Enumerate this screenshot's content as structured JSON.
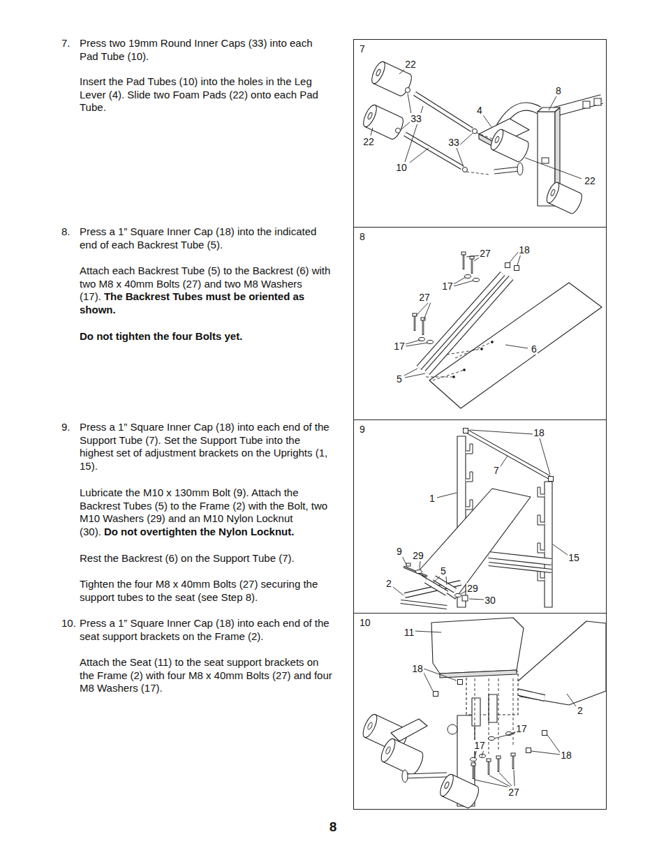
{
  "diagram": {
    "nodes": [
      {
        "text": [
          "7"
        ]
      },
      {
        "text": [
          "8"
        ]
      },
      {
        "text": [
          "9"
        ]
      },
      {
        "text": [
          "10"
        ]
      }
    ],
    "labels": [
      "7.",
      "Press two 19mm Round Inner Caps (33) into each Pad Tube (10).",
      "Insert the Pad Tubes (10) into the holes in the Leg Lever (4). Slide two Foam Pads (22) onto each Pad Tube.",
      "22",
      "8",
      "4",
      "33",
      "22",
      "33",
      "10",
      "22",
      "8.",
      "Press a 1” Square Inner Cap (18) into the indicated end of each Backrest Tube (5).",
      "Attach each Backrest Tube (5) to the Backrest (6) with two M8 x 40mm Bolts (27) and two M8 Washers (17).",
      "The Backrest Tubes must be oriented as shown.",
      "Do not tighten the four Bolts yet.",
      "27",
      "18",
      "17",
      "27",
      "17",
      "6",
      "5",
      "9.",
      "Press a 1” Square Inner Cap (18) into each end of the Support Tube (7). Set the Support Tube into the highest set of adjustment brackets on the Uprights (1, 15).",
      "Lubricate the M10 x 130mm Bolt (9). Attach the Backrest Tubes (5) to the Frame (2) with the Bolt, two M10 Washers (29) and an M10 Nylon Locknut (30).",
      "Do not overtighten the Nylon Locknut.",
      "Rest the Backrest (6) on the Support Tube (7).",
      "Tighten the four M8 x 40mm Bolts (27) securing the support tubes to the seat (see Step 8).",
      "18",
      "7",
      "1",
      "9",
      "29",
      "15",
      "5",
      "2",
      "29",
      "30",
      "10.",
      "Press a 1” Square Inner Cap (18) into each end of the seat support brackets on the Frame (2).",
      "Attach the Seat (11) to the seat support brackets on the Frame (2) with four M8 x 40mm Bolts (27) and four M8 Washers (17).",
      "11",
      "18",
      "2",
      "17",
      "17",
      "18",
      "27",
      "8"
    ]
  }
}
